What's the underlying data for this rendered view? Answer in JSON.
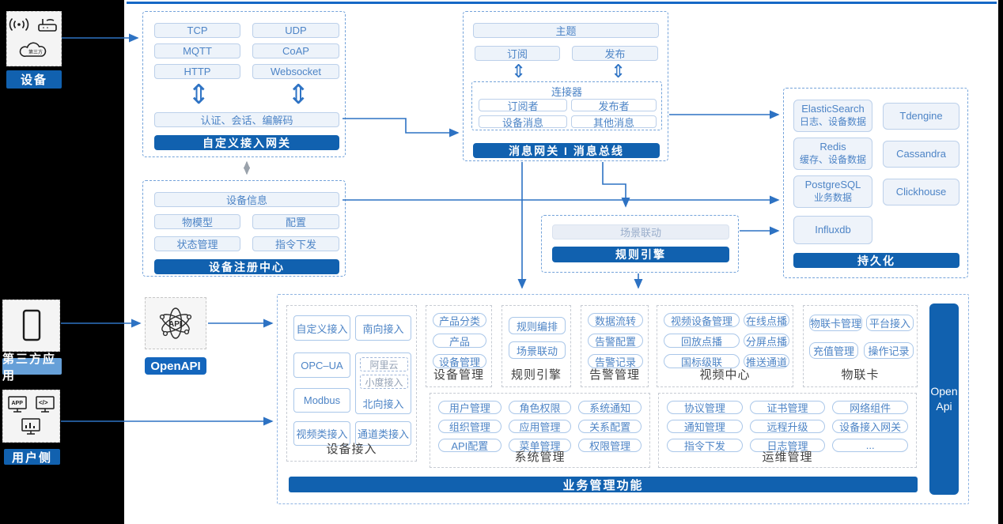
{
  "icons": {
    "double_arrow": "⇕",
    "app_glyph": "APP",
    "code_glyph": "</>",
    "api_glyph": "API",
    "cloud_text": "第三方"
  },
  "left_rail": {
    "device": {
      "label": "设备"
    },
    "third_party": {
      "label": "第三方应用"
    },
    "user_side": {
      "label": "用户侧"
    }
  },
  "openapi": {
    "label": "OpenAPI"
  },
  "gateway": {
    "protocols": [
      "TCP",
      "UDP",
      "MQTT",
      "CoAP",
      "HTTP",
      "Websocket"
    ],
    "session": "认证、会话、编解码",
    "title": "自定义接入网关"
  },
  "message_bus": {
    "topic": "主题",
    "subscribe": "订阅",
    "publish": "发布",
    "connector": {
      "title": "连接器",
      "items": [
        "订阅者",
        "发布者",
        "设备消息",
        "其他消息"
      ]
    },
    "title": "消息网关 I 消息总线"
  },
  "registry": {
    "header": "设备信息",
    "items": [
      "物模型",
      "配置",
      "状态管理",
      "指令下发"
    ],
    "title": "设备注册中心"
  },
  "rule_engine": {
    "scene": "场景联动",
    "title": "规则引擎"
  },
  "persistence": {
    "stores": [
      {
        "name": "ElasticSearch",
        "desc": "日志、设备数据"
      },
      {
        "name": "Tdengine",
        "desc": ""
      },
      {
        "name": "Redis",
        "desc": "缓存、设备数据"
      },
      {
        "name": "Cassandra",
        "desc": ""
      },
      {
        "name": "PostgreSQL",
        "desc": "业务数据"
      },
      {
        "name": "Clickhouse",
        "desc": ""
      },
      {
        "name": "Influxdb",
        "desc": ""
      }
    ],
    "title": "持久化"
  },
  "platform": {
    "device_access": {
      "label": "设备接入",
      "col1": [
        "自定义接入",
        "OPC–UA",
        "Modbus",
        "视频类接入"
      ],
      "col2_top": "南向接入",
      "north": {
        "dashed": [
          "阿里云",
          "小度接入"
        ],
        "label": "北向接入"
      },
      "col2_bottom": "通道类接入"
    },
    "sections": [
      {
        "label": "设备管理",
        "items": [
          "产品分类",
          "产品",
          "设备管理"
        ]
      },
      {
        "label": "规则引擎",
        "items": [
          "规则编排",
          "场景联动"
        ]
      },
      {
        "label": "告警管理",
        "items": [
          "数据流转",
          "告警配置",
          "告警记录"
        ]
      },
      {
        "label": "视频中心",
        "items": [
          "视频设备管理",
          "在线点播",
          "回放点播",
          "分屏点播",
          "国标级联",
          "推送通道"
        ]
      },
      {
        "label": "物联卡",
        "items": [
          "物联卡管理",
          "平台接入",
          "充值管理",
          "操作记录"
        ]
      },
      {
        "label": "系统管理",
        "items": [
          "用户管理",
          "角色权限",
          "系统通知",
          "组织管理",
          "应用管理",
          "关系配置",
          "API配置",
          "菜单管理",
          "权限管理"
        ]
      },
      {
        "label": "运维管理",
        "items": [
          "协议管理",
          "证书管理",
          "网络组件",
          "通知管理",
          "远程升级",
          "设备接入网关",
          "指令下发",
          "日志管理",
          "..."
        ]
      }
    ],
    "footer": "业务管理功能",
    "open_api_bar": "Open Api"
  }
}
